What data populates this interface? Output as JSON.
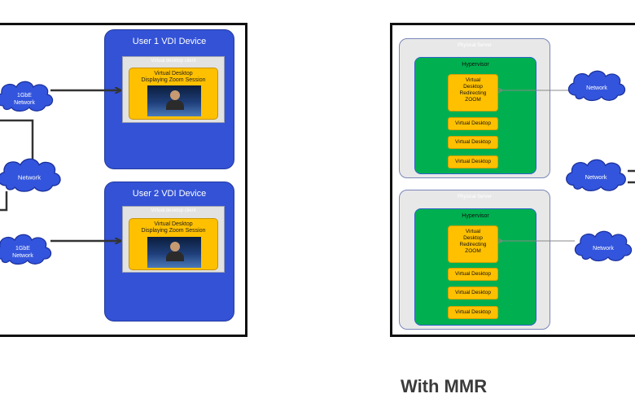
{
  "left_diagram": {
    "devices": [
      {
        "title": "User 1 VDI Device",
        "client_label": "Virtual desktop client",
        "session_text": [
          "Virtual Desktop",
          "Displaying Zoom Session"
        ]
      },
      {
        "title": "User 2 VDI Device",
        "client_label": "Virtual desktop client",
        "session_text": [
          "Virtual Desktop",
          "Displaying Zoom Session"
        ]
      }
    ],
    "clouds": [
      {
        "lines": [
          "1GbE",
          "Network"
        ]
      },
      {
        "lines": [
          "Network"
        ]
      },
      {
        "lines": [
          "1GbE",
          "Network"
        ]
      }
    ]
  },
  "right_diagram": {
    "servers": [
      {
        "label": "Physical Server",
        "hypervisor": "Hypervisor",
        "redirecting": [
          "Virtual",
          "Desktop",
          "Redirecting",
          "ZOOM"
        ],
        "desktops": [
          "Virtual Desktop",
          "Virtual Desktop",
          "Virtual Desktop"
        ]
      },
      {
        "label": "Physical Server",
        "hypervisor": "Hypervisor",
        "redirecting": [
          "Virtual",
          "Desktop",
          "Redirecting",
          "ZOOM"
        ],
        "desktops": [
          "Virtual Desktop",
          "Virtual Desktop",
          "Virtual Desktop"
        ]
      }
    ],
    "clouds": [
      {
        "lines": [
          "Network"
        ]
      },
      {
        "lines": [
          "Network"
        ]
      },
      {
        "lines": [
          "Network"
        ]
      }
    ]
  },
  "caption": "With MMR",
  "colors": {
    "device_blue": "#3352d6",
    "session_orange": "#ffc000",
    "hypervisor_green": "#00b050",
    "cloud_blue": "#3355dd",
    "frame_black": "#111111"
  }
}
